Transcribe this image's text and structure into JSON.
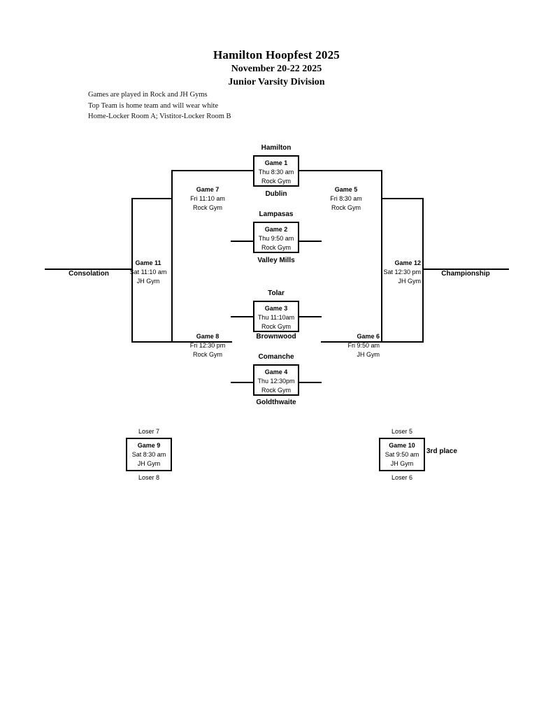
{
  "header": {
    "title": "Hamilton Hoopfest 2025",
    "dates": "November 20-22 2025",
    "division": "Junior Varsity Division",
    "notes": [
      "Games are played in Rock and JH Gyms",
      "Top Team is home team and will wear white",
      "Home-Locker Room A; Vistitor-Locker Room B"
    ]
  },
  "labels": {
    "consolation": "Consolation",
    "championship": "Championship",
    "third_place": "3rd place"
  },
  "teams": {
    "game1_top": "Hamilton",
    "game1_bottom": "Dublin",
    "game2_top": "Lampasas",
    "game2_bottom": "Valley Mills",
    "game3_top": "Tolar",
    "game3_bottom": "Brownwood",
    "game4_top": "Comanche",
    "game4_bottom": "Goldthwaite",
    "game9_top": "Loser 7",
    "game9_bottom": "Loser 8",
    "game10_top": "Loser 5",
    "game10_bottom": "Loser 6"
  },
  "games": {
    "g1": {
      "name": "Game 1",
      "time": "Thu 8:30 am",
      "venue": "Rock Gym"
    },
    "g2": {
      "name": "Game 2",
      "time": "Thu 9:50 am",
      "venue": "Rock Gym"
    },
    "g3": {
      "name": "Game 3",
      "time": "Thu 11:10am",
      "venue": "Rock Gym"
    },
    "g4": {
      "name": "Game 4",
      "time": "Thu 12:30pm",
      "venue": "Rock Gym"
    },
    "g5": {
      "name": "Game 5",
      "time": "Fri 8:30 am",
      "venue": "Rock Gym"
    },
    "g6": {
      "name": "Game 6",
      "time": "Fri 9:50 am",
      "venue": "JH Gym"
    },
    "g7": {
      "name": "Game 7",
      "time": "Fri 11:10 am",
      "venue": "Rock Gym"
    },
    "g8": {
      "name": "Game 8",
      "time": "Fri 12:30 pm",
      "venue": "Rock Gym"
    },
    "g9": {
      "name": "Game 9",
      "time": "Sat 8:30 am",
      "venue": "JH Gym"
    },
    "g10": {
      "name": "Game 10",
      "time": "Sat 9:50 am",
      "venue": "JH Gym"
    },
    "g11": {
      "name": "Game 11",
      "time": "Sat 11:10 am",
      "venue": "JH Gym"
    },
    "g12": {
      "name": "Game 12",
      "time": "Sat 12:30 pm",
      "venue": "JH Gym"
    }
  }
}
